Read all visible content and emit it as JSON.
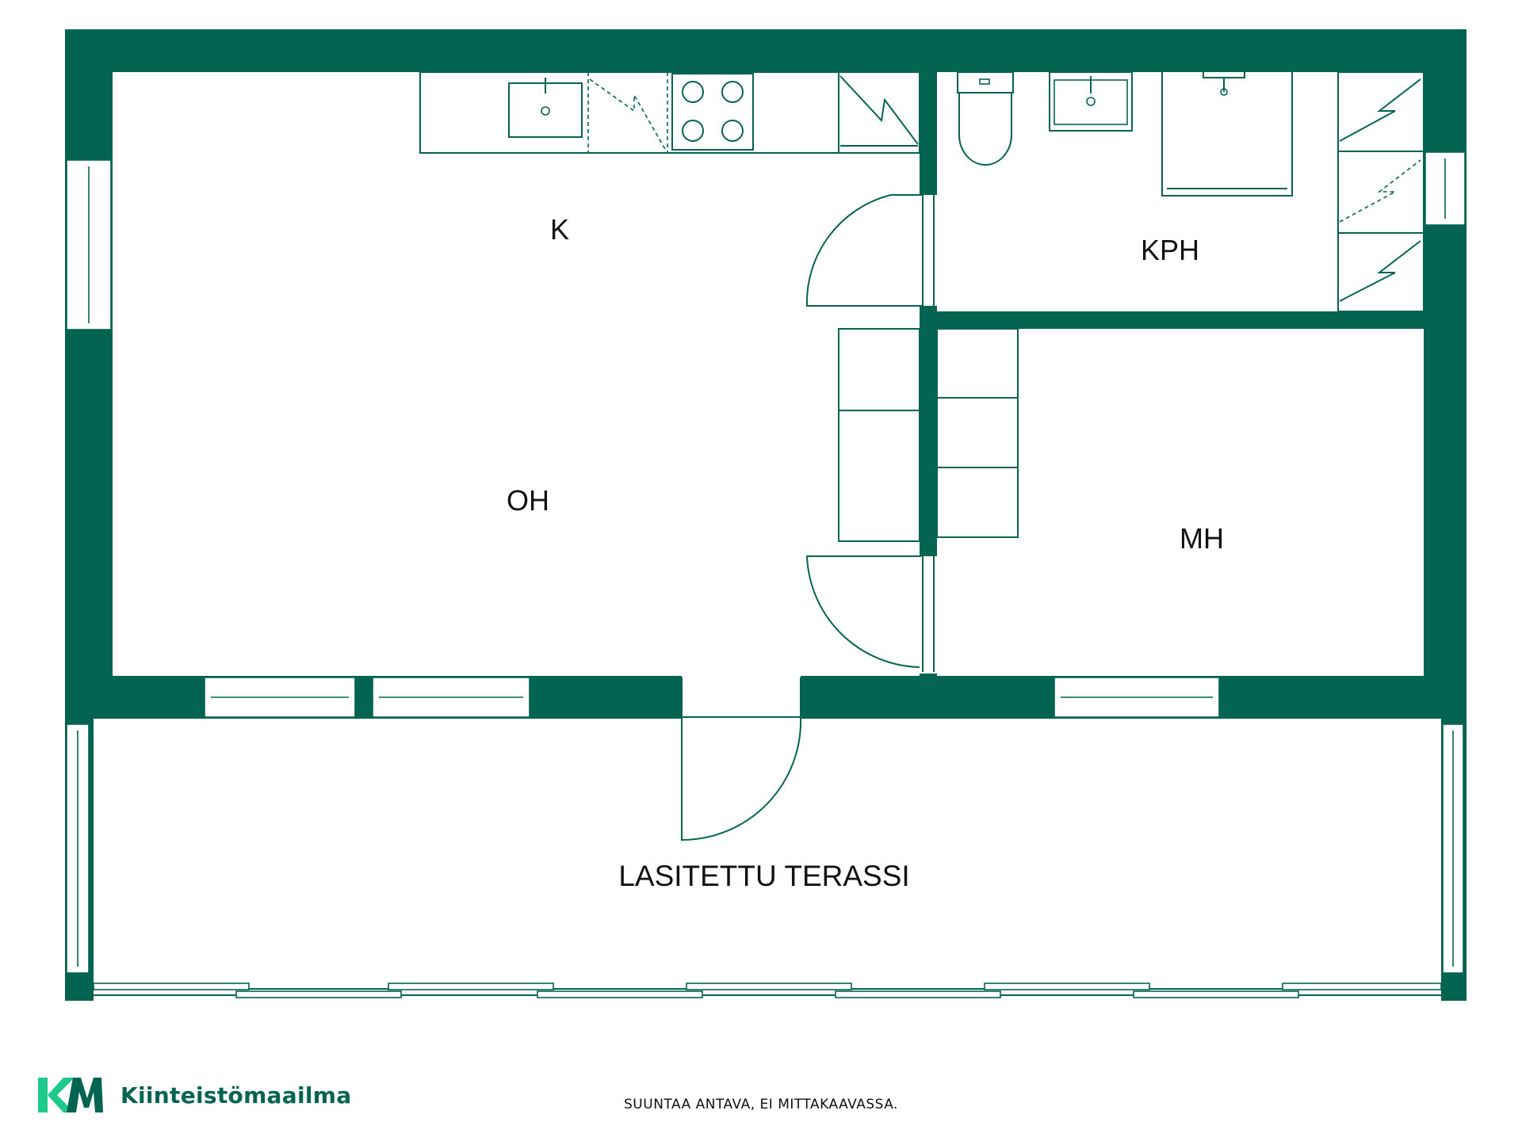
{
  "colors": {
    "wall": "#046452",
    "line": "#046452",
    "background": "#ffffff",
    "logo_light": "#1ec98c",
    "logo_dark": "#046452"
  },
  "rooms": {
    "kitchen": "K",
    "living_room": "OH",
    "bathroom": "KPH",
    "bedroom": "MH",
    "terrace": "LASITETTU TERASSI"
  },
  "footer": {
    "note": "SUUNTAA ANTAVA, EI MITTAKAAVASSA.",
    "brand_mark": "KM",
    "brand_name": "Kiinteistömaailma"
  }
}
